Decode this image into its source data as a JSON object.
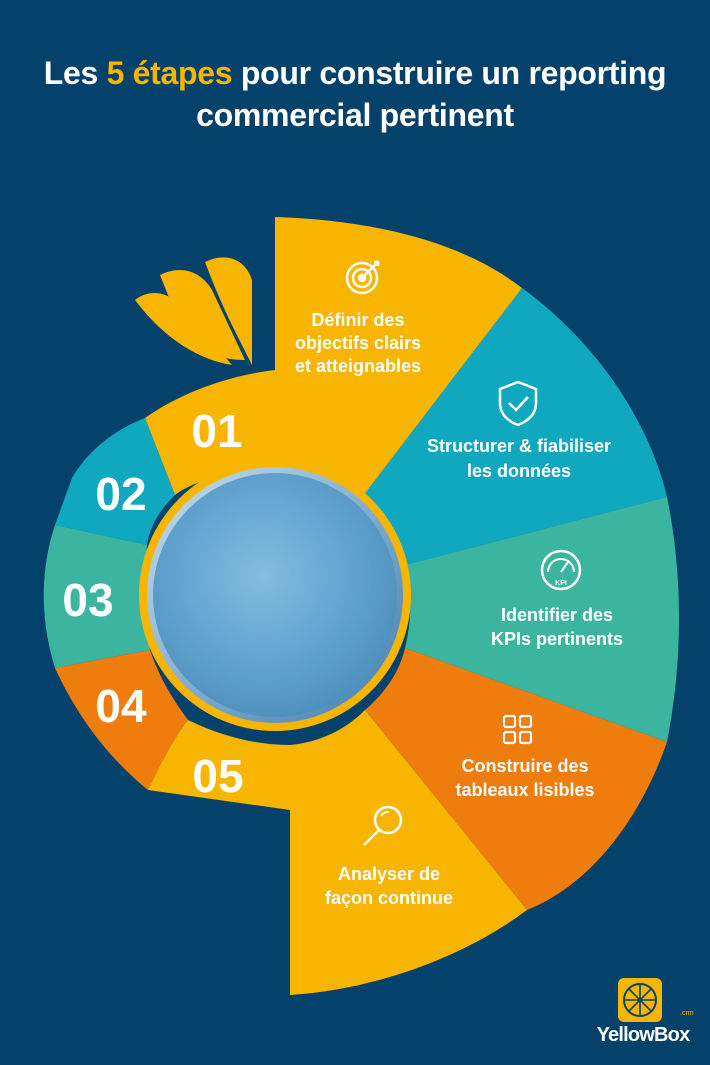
{
  "header": {
    "title_prefix": "Les ",
    "title_highlight": "5 étapes",
    "title_line1_suffix": " pour construire un reporting",
    "title_line2": "commercial pertinent"
  },
  "colors": {
    "background": "#05426b",
    "accent_yellow": "#f7b500",
    "teal_blue": "#10a8bf",
    "teal_green": "#3bb5a0",
    "orange": "#ee7d0e",
    "center_circle": "#6aa9cf"
  },
  "steps": [
    {
      "number": "01",
      "line1": "Définir des",
      "line2": "objectifs clairs",
      "line3": "et atteignables",
      "icon": "target-icon",
      "color": "#f7b500"
    },
    {
      "number": "02",
      "line1": "Structurer & fiabiliser",
      "line2": "les données",
      "icon": "shield-check-icon",
      "color": "#10a8bf"
    },
    {
      "number": "03",
      "line1": "Identifier des",
      "line2": "KPIs pertinents",
      "icon": "kpi-gauge-icon",
      "icon_label": "KPI",
      "color": "#3bb5a0"
    },
    {
      "number": "04",
      "line1": "Construire des",
      "line2": "tableaux lisibles",
      "icon": "dashboard-grid-icon",
      "color": "#ee7d0e"
    },
    {
      "number": "05",
      "line1": "Analyser de",
      "line2": "façon continue",
      "icon": "magnifier-icon",
      "color": "#f7b500"
    }
  ],
  "brand": {
    "name": "YellowBox",
    "suffix": ".crm"
  }
}
